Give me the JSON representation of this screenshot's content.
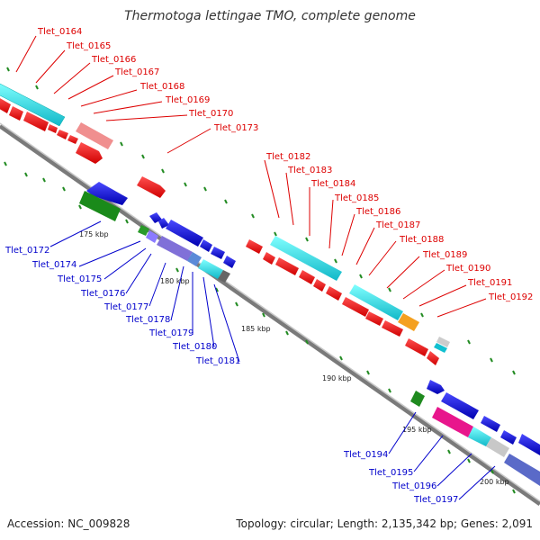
{
  "title": "Thermotoga lettingae TMO, complete genome",
  "footer": {
    "accession": "Accession: NC_009828",
    "topology": "Topology: circular; Length: 2,135,342 bp; Genes: 2,091"
  },
  "colors": {
    "forward_label": "#dd0000",
    "reverse_label": "#0000cc",
    "backbone": "#888888",
    "tick": "#228b22"
  },
  "ticks": [
    "175 kbp",
    "180 kbp",
    "185 kbp",
    "190 kbp",
    "195 kbp",
    "200 kbp"
  ],
  "forward_labels": [
    "Tlet_0164",
    "Tlet_0165",
    "Tlet_0166",
    "Tlet_0167",
    "Tlet_0168",
    "Tlet_0169",
    "Tlet_0170",
    "Tlet_0173",
    "Tlet_0182",
    "Tlet_0183",
    "Tlet_0184",
    "Tlet_0185",
    "Tlet_0186",
    "Tlet_0187",
    "Tlet_0188",
    "Tlet_0189",
    "Tlet_0190",
    "Tlet_0191",
    "Tlet_0192"
  ],
  "reverse_labels": [
    "Tlet_0172",
    "Tlet_0174",
    "Tlet_0175",
    "Tlet_0176",
    "Tlet_0177",
    "Tlet_0178",
    "Tlet_0179",
    "Tlet_0180",
    "Tlet_0181",
    "Tlet_0194",
    "Tlet_0195",
    "Tlet_0196",
    "Tlet_0197"
  ]
}
